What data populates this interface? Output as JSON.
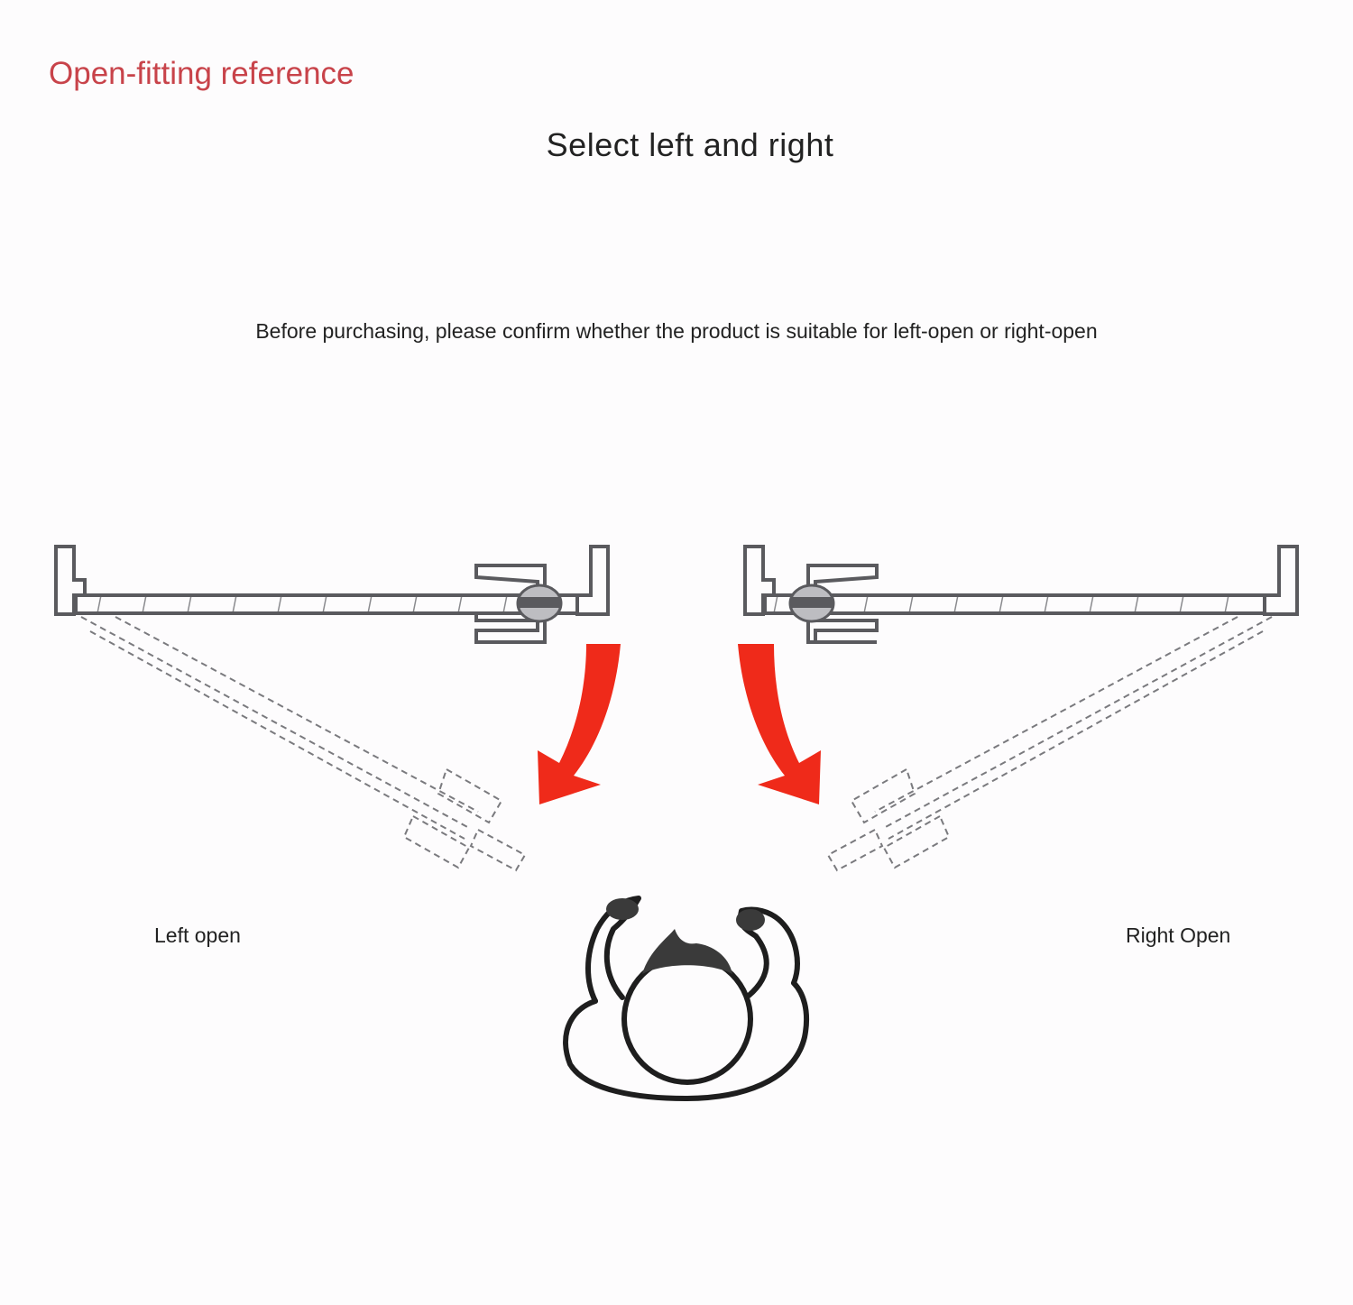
{
  "header": {
    "heading": "Open-fitting reference",
    "title": "Select left and right",
    "note": "Before purchasing, please confirm whether the product is suitable for left-open or right-open"
  },
  "labels": {
    "left": "Left open",
    "right": "Right Open"
  },
  "colors": {
    "heading": "#c8434a",
    "arrow": "#ef2a1a",
    "outline": "#5a5a5e",
    "text": "#222222"
  }
}
